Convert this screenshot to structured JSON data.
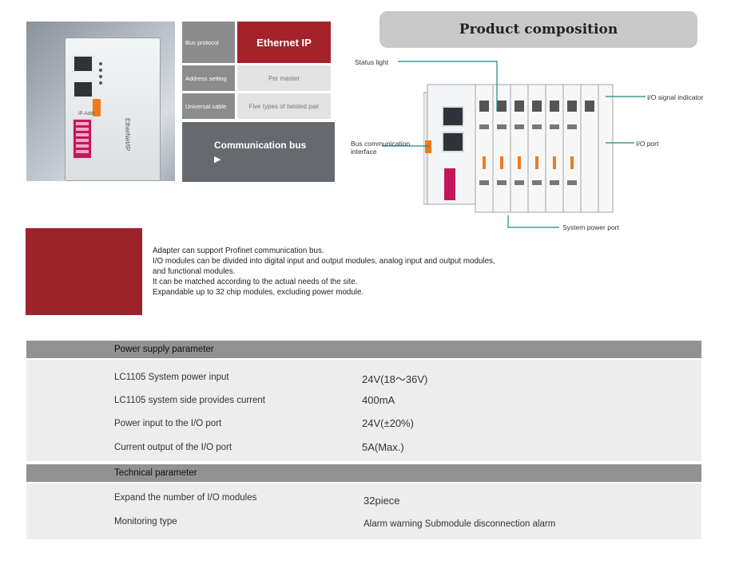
{
  "info": {
    "bus_protocol_label": "Bus protocol",
    "bus_protocol_value": "Ethernet IP",
    "address_setting_label": "Address setting",
    "address_setting_value": "Per master",
    "universal_cable_label": "Universal cable",
    "universal_cable_value": "Five types of twisted pair",
    "communication_bus_label": "Communication bus",
    "communication_bus_arrow": "▶"
  },
  "device": {
    "label": "EtherNet/IP",
    "ip_addr": "IP-Addr"
  },
  "composition": {
    "title": "Product composition",
    "status_light": "Status light",
    "io_signal_indicator": "I/O signal indicator",
    "bus_communication_interface": "Bus communication interface",
    "io_port": "I/O port",
    "system_power_port": "System power port"
  },
  "description": {
    "lines": [
      "Adapter can support Profinet communication bus.",
      "I/O modules can be divided into digital input and output modules, analog input and output modules,",
      "and functional modules.",
      "It can be matched according to the actual needs of the site.",
      "Expandable up to 32 chip modules, excluding power module."
    ]
  },
  "power_supply": {
    "header": "Power supply parameter",
    "rows": [
      {
        "label": "LC1105 System power input",
        "value": "24V(18～36V)"
      },
      {
        "label": "LC1105 system side provides current",
        "value": "400mA"
      },
      {
        "label": "Power input to the I/O port",
        "value": "24V(±20%)"
      },
      {
        "label": "Current output of the I/O port",
        "value": "5A(Max.)"
      }
    ]
  },
  "technical": {
    "header": "Technical parameter",
    "rows": [
      {
        "label": "Expand the number of I/O modules",
        "value": "32piece"
      },
      {
        "label": "Monitoring type",
        "value": "Alarm warning Submodule disconnection alarm"
      }
    ]
  },
  "colors": {
    "brand_red": "#a4232b",
    "dark_gray": "#666a6e",
    "bar_gray": "#919191"
  }
}
